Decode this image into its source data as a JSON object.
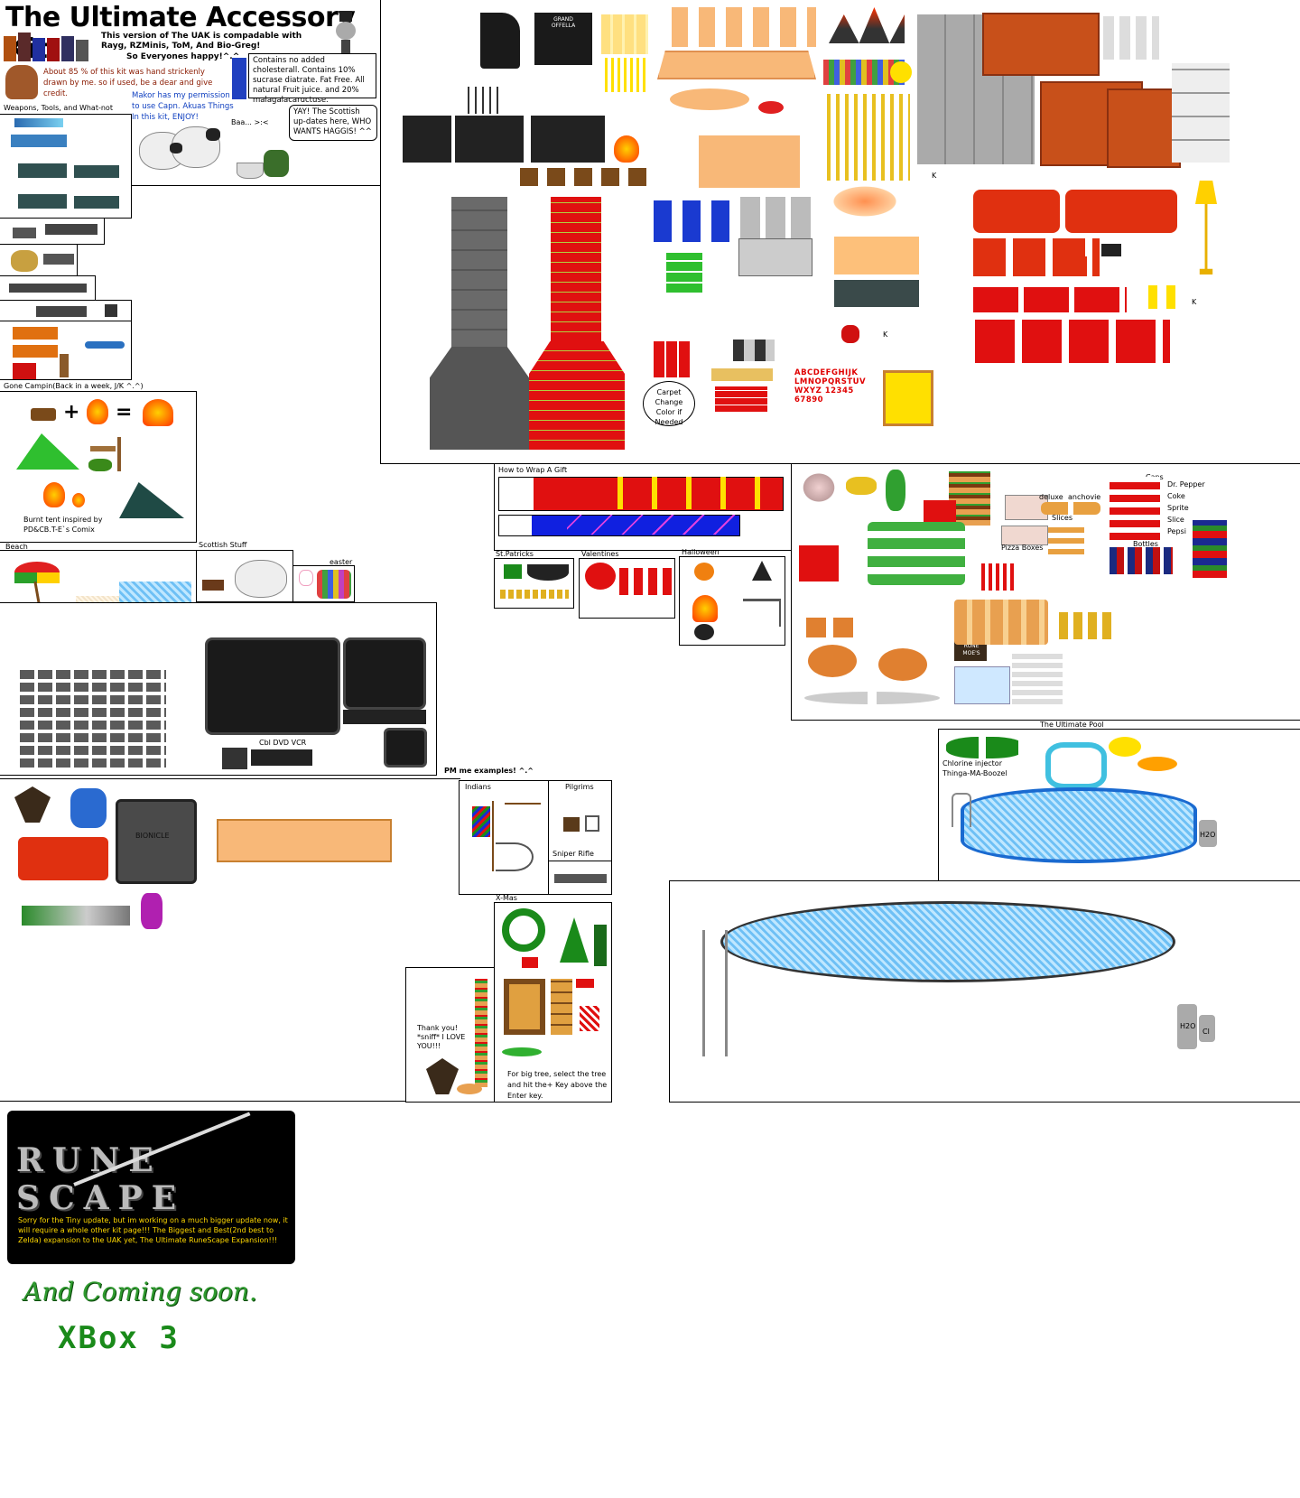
{
  "title": "The Ultimate Accessory Kit",
  "intro": {
    "compat": "This version of The UAK is compadable with Rayg, RZMinis, ToM, And Bio-Greg!",
    "happy": "So Everyones happy!^.^",
    "hand_drawn": "About 85 % of this kit was hand strickenly drawn by me. so if used, be a dear and give credit.",
    "permission": "Makor has my permission to use Capn. Akuas Things In this kit, ENJOY!",
    "nutrition": "Contains no added cholesterall. Contains 10% sucrase diatrate. Fat Free. All natural Fruit juice. and 20% malagalacaructuse.",
    "scottish_bubble": "YAY! The Scottish up-dates here, WHO WANTS HAGGIS! ^^",
    "baa": "Baa... >:<"
  },
  "sections": {
    "weapons": "Weapons, Tools, and What-not",
    "camping": "Gone Campin(Back in a week, J/K ^.^)",
    "burnt_tent": "Burnt tent inspired by PD&CB.T-E`s Comix",
    "beach": "Beach",
    "scottish": "Scottish Stuff",
    "easter": "easter",
    "tv_labels": "Cbl DVD VCR",
    "tv_screen": "BIONICLE",
    "gift": "How to Wrap A Gift",
    "stpatricks": "St.Patricks",
    "valentines": "Valentines",
    "halloween": "Halloween",
    "pm_examples": "PM me examples! ^.^",
    "indians": "Indians",
    "pilgrims": "Pilgrims",
    "sniper": "Sniper Rifle",
    "xmas": "X-Mas",
    "thanks": "Thank you! *sniff* I LOVE YOU!!!",
    "big_tree": "For big tree, select the tree and hit the+ Key above the Enter key.",
    "pool": "The Ultimate Pool",
    "chlorine": "Chlorine injector Thinga-MA-Boozel",
    "carpet": "Carpet Change Color if Needed",
    "alphabet": "ABCDEFGHIJK LMNOPQRSTUV WXYZ 12345 67890",
    "piano_brand": "GRAND OFFELLA",
    "pizza_deluxe": "deluxe",
    "pizza_anchovie": "anchovie",
    "slices": "Slices",
    "pizza_boxes": "Pizza Boxes",
    "cans": "Cans",
    "drinks": [
      "Dr. Pepper",
      "Coke",
      "Sprite",
      "Slice",
      "Pepsi"
    ],
    "bottles": "Bottles",
    "rune_moes": "RUNE MOE'S",
    "h2o": "H2O",
    "cl": "Cl",
    "k": "K"
  },
  "runescape": {
    "logo": "RUNE SCAPE",
    "message": "Sorry for the Tiny update, but im working on a much bigger update now, it will require a whole other kit page!!! The Biggest and Best(2nd best to Zelda) expansion to the UAK yet, The Ultimate RuneScape Expansion!!!"
  },
  "coming_soon": "And Coming soon.",
  "xbox": "XBox 3"
}
